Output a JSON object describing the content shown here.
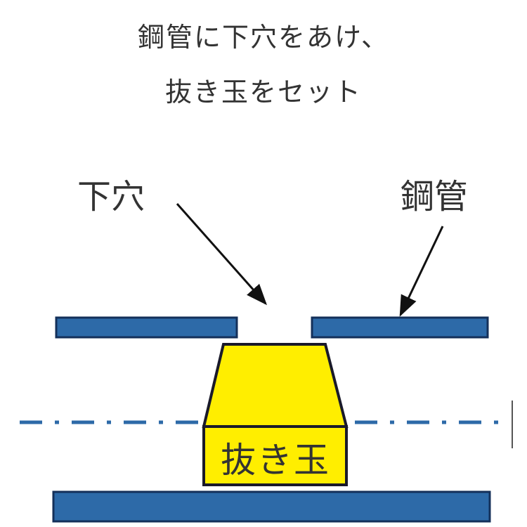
{
  "title": {
    "line1": "鋼管に下穴をあけ、",
    "line2": "抜き玉をセット"
  },
  "labels": {
    "hole": "下穴",
    "pipe": "鋼管",
    "ball": "抜き玉"
  },
  "colors": {
    "pipe": "#2d6aa8",
    "pipe_border": "#14305a",
    "ball": "#ffee00",
    "centerline": "#2d6aa8"
  }
}
